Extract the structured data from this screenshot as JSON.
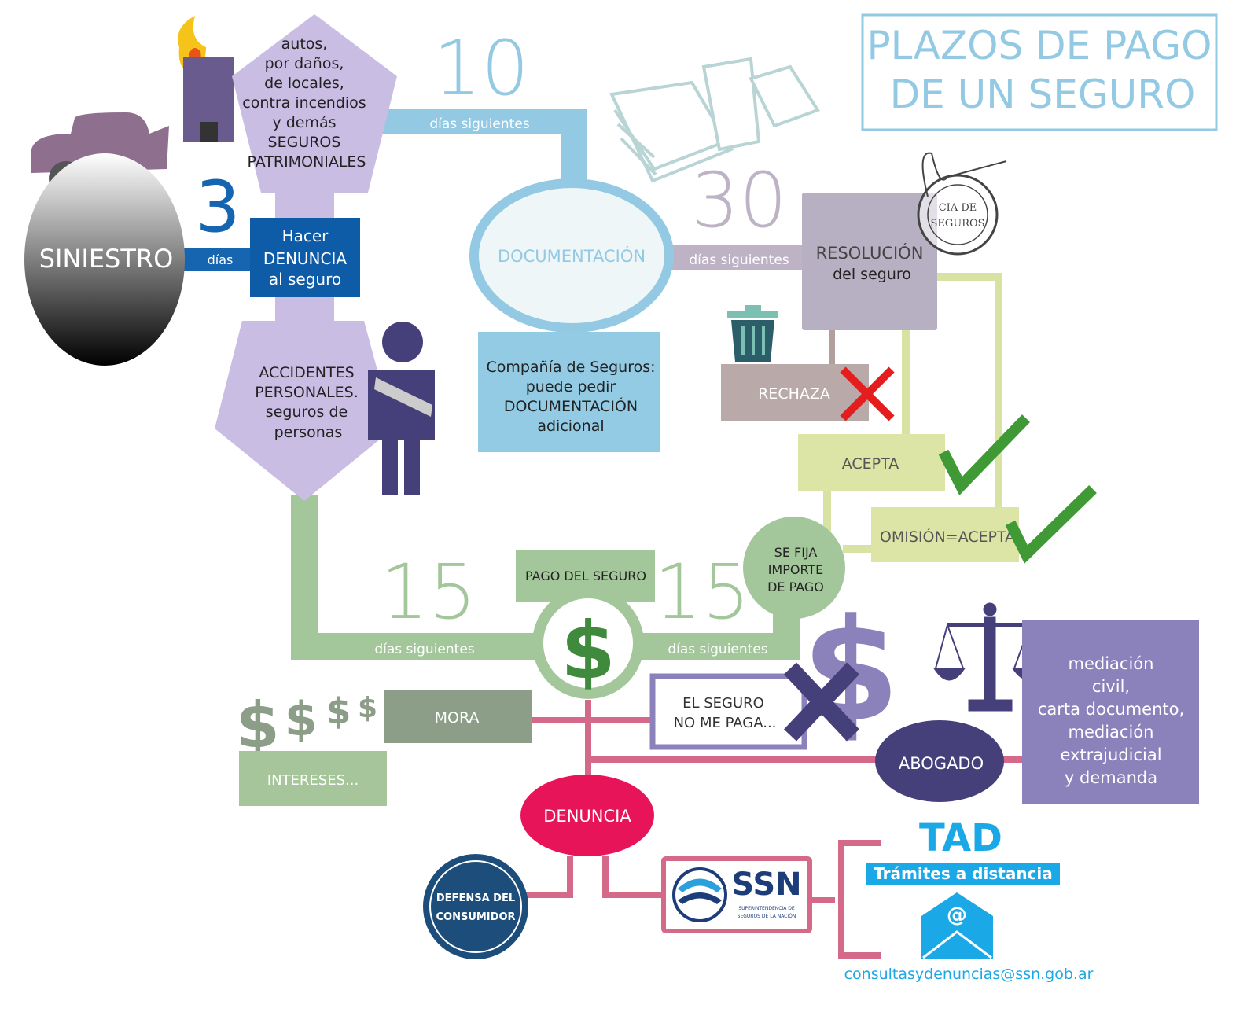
{
  "title": {
    "line1": "PLAZOS DE PAGO",
    "line2": "DE UN SEGURO"
  },
  "siniestro": "SINIESTRO",
  "step_3": {
    "number": "3",
    "unit": "días"
  },
  "denuncia_seguro": {
    "line1": "Hacer",
    "line2": "DENUNCIA",
    "line3": "al seguro"
  },
  "patrimoniales": [
    "autos,",
    "por daños,",
    "de locales,",
    "contra incendios",
    "y demás",
    "SEGUROS",
    "PATRIMONIALES"
  ],
  "personales": [
    "ACCIDENTES",
    "PERSONALES.",
    "seguros de",
    "personas"
  ],
  "step_10": {
    "number": "10",
    "label": "días siguientes"
  },
  "documentacion": "DOCUMENTACIÓN",
  "compania": [
    "Compañía de Seguros:",
    "puede pedir",
    "DOCUMENTACIÓN",
    "adicional"
  ],
  "step_30": {
    "number": "30",
    "label": "días siguientes"
  },
  "resolucion": {
    "line1": "RESOLUCIÓN",
    "line2": "del seguro"
  },
  "stamp": {
    "line1": "CIA DE",
    "line2": "SEGUROS"
  },
  "rechaza": "RECHAZA",
  "acepta": "ACEPTA",
  "omision": "OMISIÓN=ACEPTA",
  "se_fija": [
    "SE FIJA",
    "IMPORTE",
    "DE PAGO"
  ],
  "pago": "PAGO DEL SEGURO",
  "step_15a": {
    "number": "15",
    "label": "días siguientes"
  },
  "step_15b": {
    "number": "15",
    "label": "días siguientes"
  },
  "dollar": "$",
  "mora": "MORA",
  "intereses": "INTERESES...",
  "no_paga": [
    "EL SEGURO",
    "NO ME PAGA..."
  ],
  "abogado": "ABOGADO",
  "mediacion": [
    "mediación",
    "civil,",
    "carta documento,",
    "mediación",
    "extrajudicial",
    "y demanda"
  ],
  "denuncia": "DENUNCIA",
  "defensa": {
    "line1": "DEFENSA DEL",
    "line2": "CONSUMIDOR"
  },
  "ssn": {
    "name": "SSN",
    "sub1": "SUPERINTENDENCIA DE",
    "sub2": "SEGUROS DE LA NACIÓN"
  },
  "tad": {
    "name": "TAD",
    "sub": "Trámites a distancia"
  },
  "email": "consultasydenuncias@ssn.gob.ar",
  "colors": {
    "blue": "#93c9e3",
    "darkblue": "#0e5ca8",
    "lilac": "#c9bde3",
    "green": "#a3c79b",
    "pink": "#d4698a",
    "purple": "#46407a",
    "red": "#e8145a"
  }
}
